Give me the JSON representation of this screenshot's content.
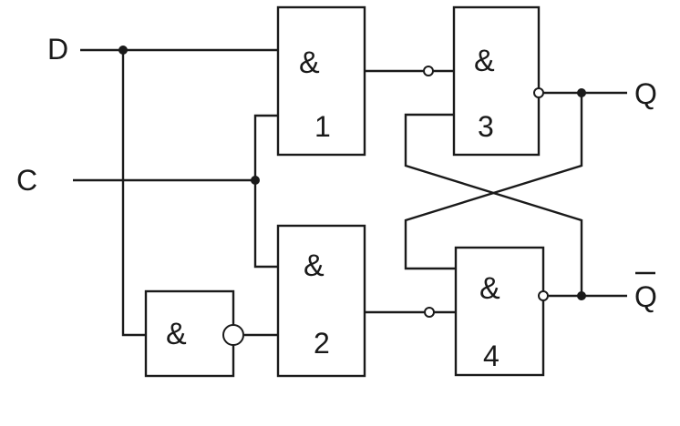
{
  "inputs": {
    "d": "D",
    "c": "C"
  },
  "outputs": {
    "q": "Q",
    "q_bar": "Q"
  },
  "gates": [
    {
      "symbol": "&",
      "number": "1"
    },
    {
      "symbol": "&",
      "number": "2"
    },
    {
      "symbol": "&",
      "number": "3"
    },
    {
      "symbol": "&",
      "number": "4"
    },
    {
      "symbol": "&",
      "number": ""
    }
  ]
}
